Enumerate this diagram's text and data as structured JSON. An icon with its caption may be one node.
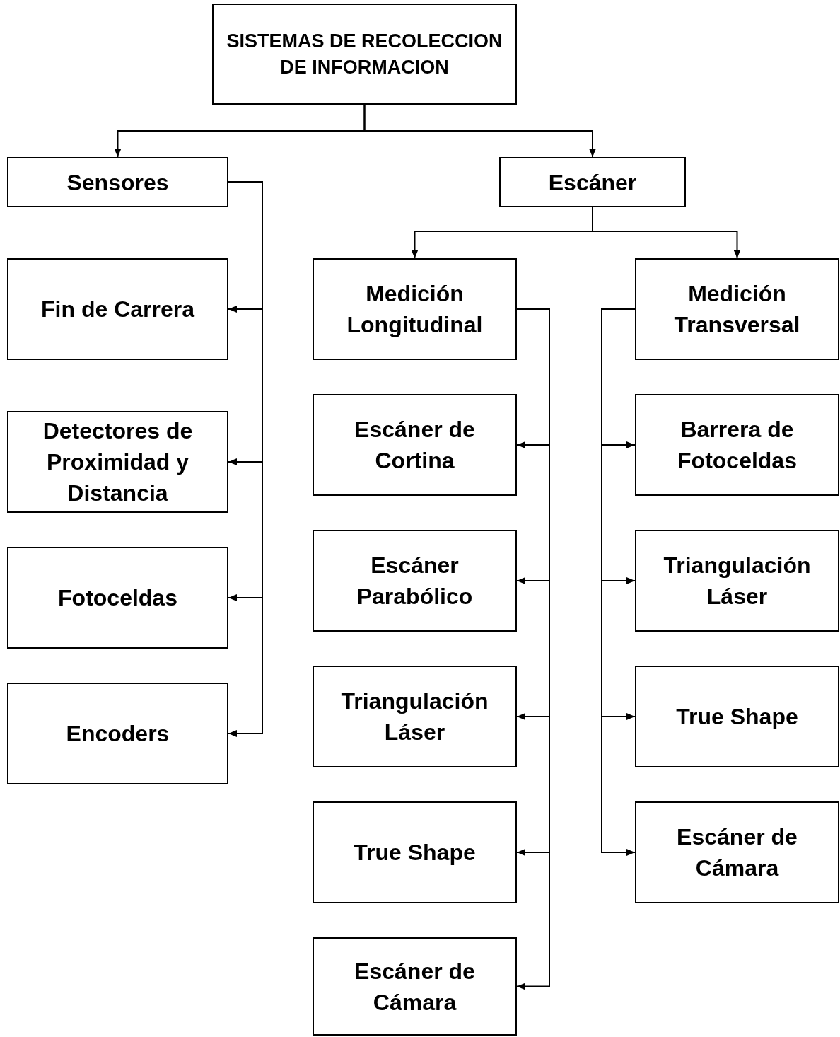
{
  "diagram": {
    "nodes": [
      {
        "text": [
          "SISTEMAS DE RECOLECCION DE INFORMACION"
        ]
      },
      {
        "text": [
          "Sensores"
        ]
      },
      {
        "text": [
          "Escáner"
        ]
      },
      {
        "text": [
          "Fin de Carrera"
        ]
      },
      {
        "text": [
          "Detectores de Proximidad y Distancia"
        ]
      },
      {
        "text": [
          "Fotoceldas"
        ]
      },
      {
        "text": [
          "Encoders"
        ]
      },
      {
        "text": [
          "Medición Longitudinal"
        ]
      },
      {
        "text": [
          "Medición Transversal"
        ]
      },
      {
        "text": [
          "Escáner de Cortina"
        ]
      },
      {
        "text": [
          "Escáner Parabólico"
        ]
      },
      {
        "text": [
          "Triangulación Láser"
        ]
      },
      {
        "text": [
          "True Shape"
        ]
      },
      {
        "text": [
          "Escáner de Cámara"
        ]
      },
      {
        "text": [
          "Barrera de Fotoceldas"
        ]
      },
      {
        "text": [
          "Triangulación Láser"
        ]
      },
      {
        "text": [
          "True Shape"
        ]
      },
      {
        "text": [
          "Escáner de Cámara"
        ]
      }
    ],
    "edges": [
      {
        "from": 0,
        "to": 1,
        "arrow": "to"
      },
      {
        "from": 0,
        "to": 2,
        "arrow": "to"
      },
      {
        "from": 1,
        "to": 3,
        "arrow": "to"
      },
      {
        "from": 1,
        "to": 4,
        "arrow": "to"
      },
      {
        "from": 1,
        "to": 5,
        "arrow": "to"
      },
      {
        "from": 1,
        "to": 6,
        "arrow": "to"
      },
      {
        "from": 2,
        "to": 7,
        "arrow": "to"
      },
      {
        "from": 2,
        "to": 8,
        "arrow": "to"
      },
      {
        "from": 7,
        "to": 9,
        "arrow": "to"
      },
      {
        "from": 7,
        "to": 10,
        "arrow": "to"
      },
      {
        "from": 7,
        "to": 11,
        "arrow": "to"
      },
      {
        "from": 7,
        "to": 12,
        "arrow": "to"
      },
      {
        "from": 7,
        "to": 13,
        "arrow": "to"
      },
      {
        "from": 8,
        "to": 14,
        "arrow": "to"
      },
      {
        "from": 8,
        "to": 15,
        "arrow": "to"
      },
      {
        "from": 8,
        "to": 16,
        "arrow": "to"
      },
      {
        "from": 8,
        "to": 17,
        "arrow": "to"
      }
    ]
  }
}
